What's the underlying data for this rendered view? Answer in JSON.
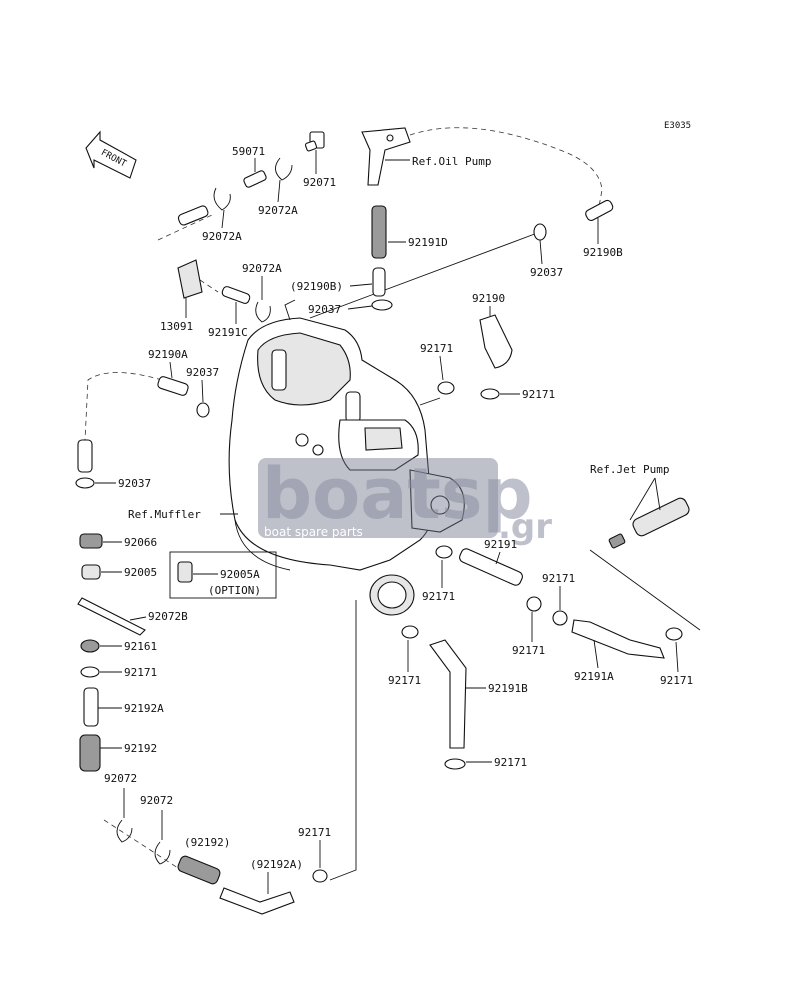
{
  "diagram": {
    "code": "E3035",
    "front_label": "FRONT",
    "references": {
      "oil_pump": "Ref.Oil Pump",
      "jet_pump": "Ref.Jet Pump",
      "muffler": "Ref.Muffler"
    },
    "watermark": {
      "brand": "boatsp",
      "domain": ".gr",
      "tagline": "boat spare parts"
    },
    "labels": {
      "p59071": "59071",
      "p92071": "92071",
      "p92072A_top": "92072A",
      "p92072A_left": "92072A",
      "p92072A_mid": "92072A",
      "p13091": "13091",
      "p92191C": "92191C",
      "p92191D": "92191D",
      "p92190B_paren": "(92190B)",
      "p92037_center": "92037",
      "p92037_right": "92037",
      "p92190B": "92190B",
      "p92190": "92190",
      "p92171_a": "92171",
      "p92171_b": "92171",
      "p92190A": "92190A",
      "p92037_left": "92037",
      "p92037_low": "92037",
      "p92066": "92066",
      "p92005": "92005",
      "p92005A": "92005A",
      "option": "(OPTION)",
      "p92072B": "92072B",
      "p92161": "92161",
      "p92171_c": "92171",
      "p92192A": "92192A",
      "p92192": "92192",
      "p92072_a": "92072",
      "p92072_b": "92072",
      "p92192_paren": "(92192)",
      "p92192A_paren": "(92192A)",
      "p92171_d": "92171",
      "p92191": "92191",
      "p92171_e": "92171",
      "p92171_f": "92171",
      "p92171_g": "92171",
      "p92171_h": "92171",
      "p92191B": "92191B",
      "p92191A": "92191A",
      "p92171_i": "92171",
      "p92171_j": "92171"
    }
  }
}
